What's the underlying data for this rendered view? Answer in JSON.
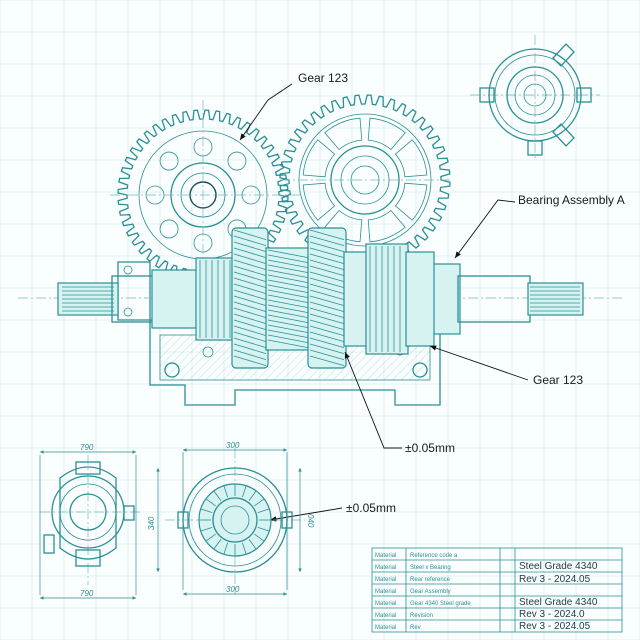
{
  "callouts": {
    "gear_top": "Gear 123",
    "bearing": "Bearing Assembly A",
    "gear_right": "Gear 123",
    "tolerance_main": "±0.05mm",
    "tolerance_detail": "±0.05mm"
  },
  "dimensions": {
    "left_view_top": "790",
    "left_view_bottom": "790",
    "center_view_top": "300",
    "center_view_bottom": "300",
    "side_left": "340",
    "side_right": "040"
  },
  "title_block": {
    "rows": [
      {
        "label": "Material",
        "note": "Reference code a"
      },
      {
        "label": "Material",
        "note": "Steel x Bearing"
      },
      {
        "label": "Material",
        "note": "Rear reference"
      },
      {
        "label": "Material",
        "note": "Gear Assembly"
      },
      {
        "label": "Material",
        "note": "Gear 4340 Steel grade"
      },
      {
        "label": "Material",
        "note": "Revision"
      },
      {
        "label": "Material",
        "note": "Rev"
      }
    ],
    "spec_lines": [
      "Steel Grade 4340",
      "Rev  3 - 2024.05",
      "Steel Grade 4340",
      "Rev 3 - 2024.0",
      "Rev  3  - 2024.05"
    ]
  },
  "colors": {
    "line": "#2a8f95",
    "fill": "#d6f3f2",
    "grid": "#c9e7ea",
    "dark": "#174f58"
  }
}
